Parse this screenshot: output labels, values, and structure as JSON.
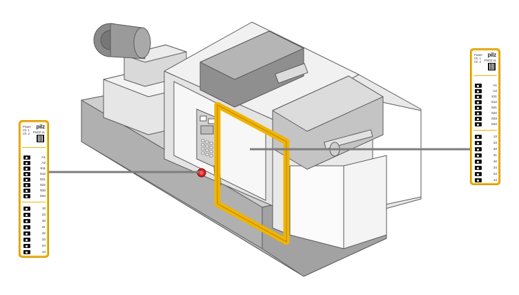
{
  "brand": "pilz",
  "model": "PNOZ s1",
  "leds": [
    "Power",
    "Ch. 1",
    "Ch. 2"
  ],
  "input_terminals": [
    "A1",
    "A2",
    "S11",
    "S12",
    "S21",
    "S22",
    "S33",
    "S34"
  ],
  "output_terminals": [
    "13",
    "23",
    "33",
    "41",
    "42",
    "24",
    "24",
    "14"
  ],
  "colors": {
    "relay_yellow": "#f2b300",
    "door_frame": "#f0b400",
    "machine_light": "#ececec",
    "machine_mid": "#c9c9c9",
    "machine_dark": "#9a9a9a",
    "outline": "#5a5a5a",
    "wire": "#7d7d7d",
    "emergency_stop": "#d62020"
  }
}
